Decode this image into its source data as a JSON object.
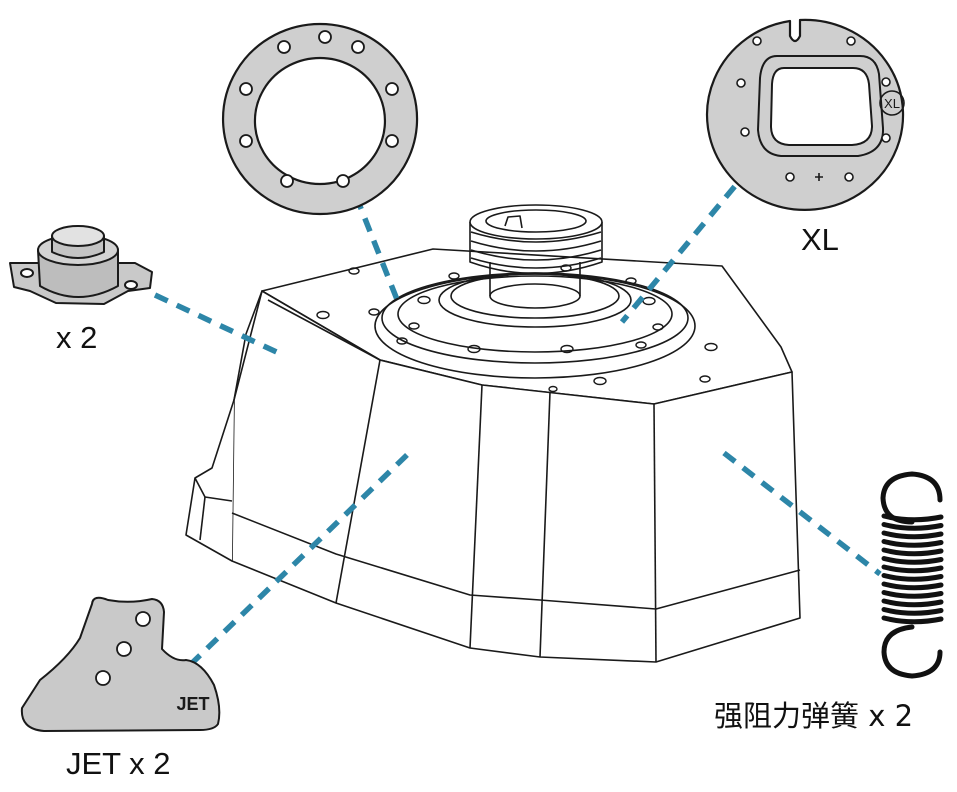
{
  "colors": {
    "line_art": "#1a1a1a",
    "dash": "#2d86a8",
    "part_fill": "#cfcfcf",
    "part_edge": "#1a1a1a"
  },
  "parts": [
    {
      "id": "ring-plate",
      "label": ""
    },
    {
      "id": "xl-plate",
      "label": "XL",
      "mark": "XL"
    },
    {
      "id": "elastomer-bumper",
      "label": "x 2"
    },
    {
      "id": "jet-plate",
      "label": "JET x 2",
      "mark": "JET"
    },
    {
      "id": "spring",
      "label": "强阻力弹簧 x 2"
    }
  ]
}
